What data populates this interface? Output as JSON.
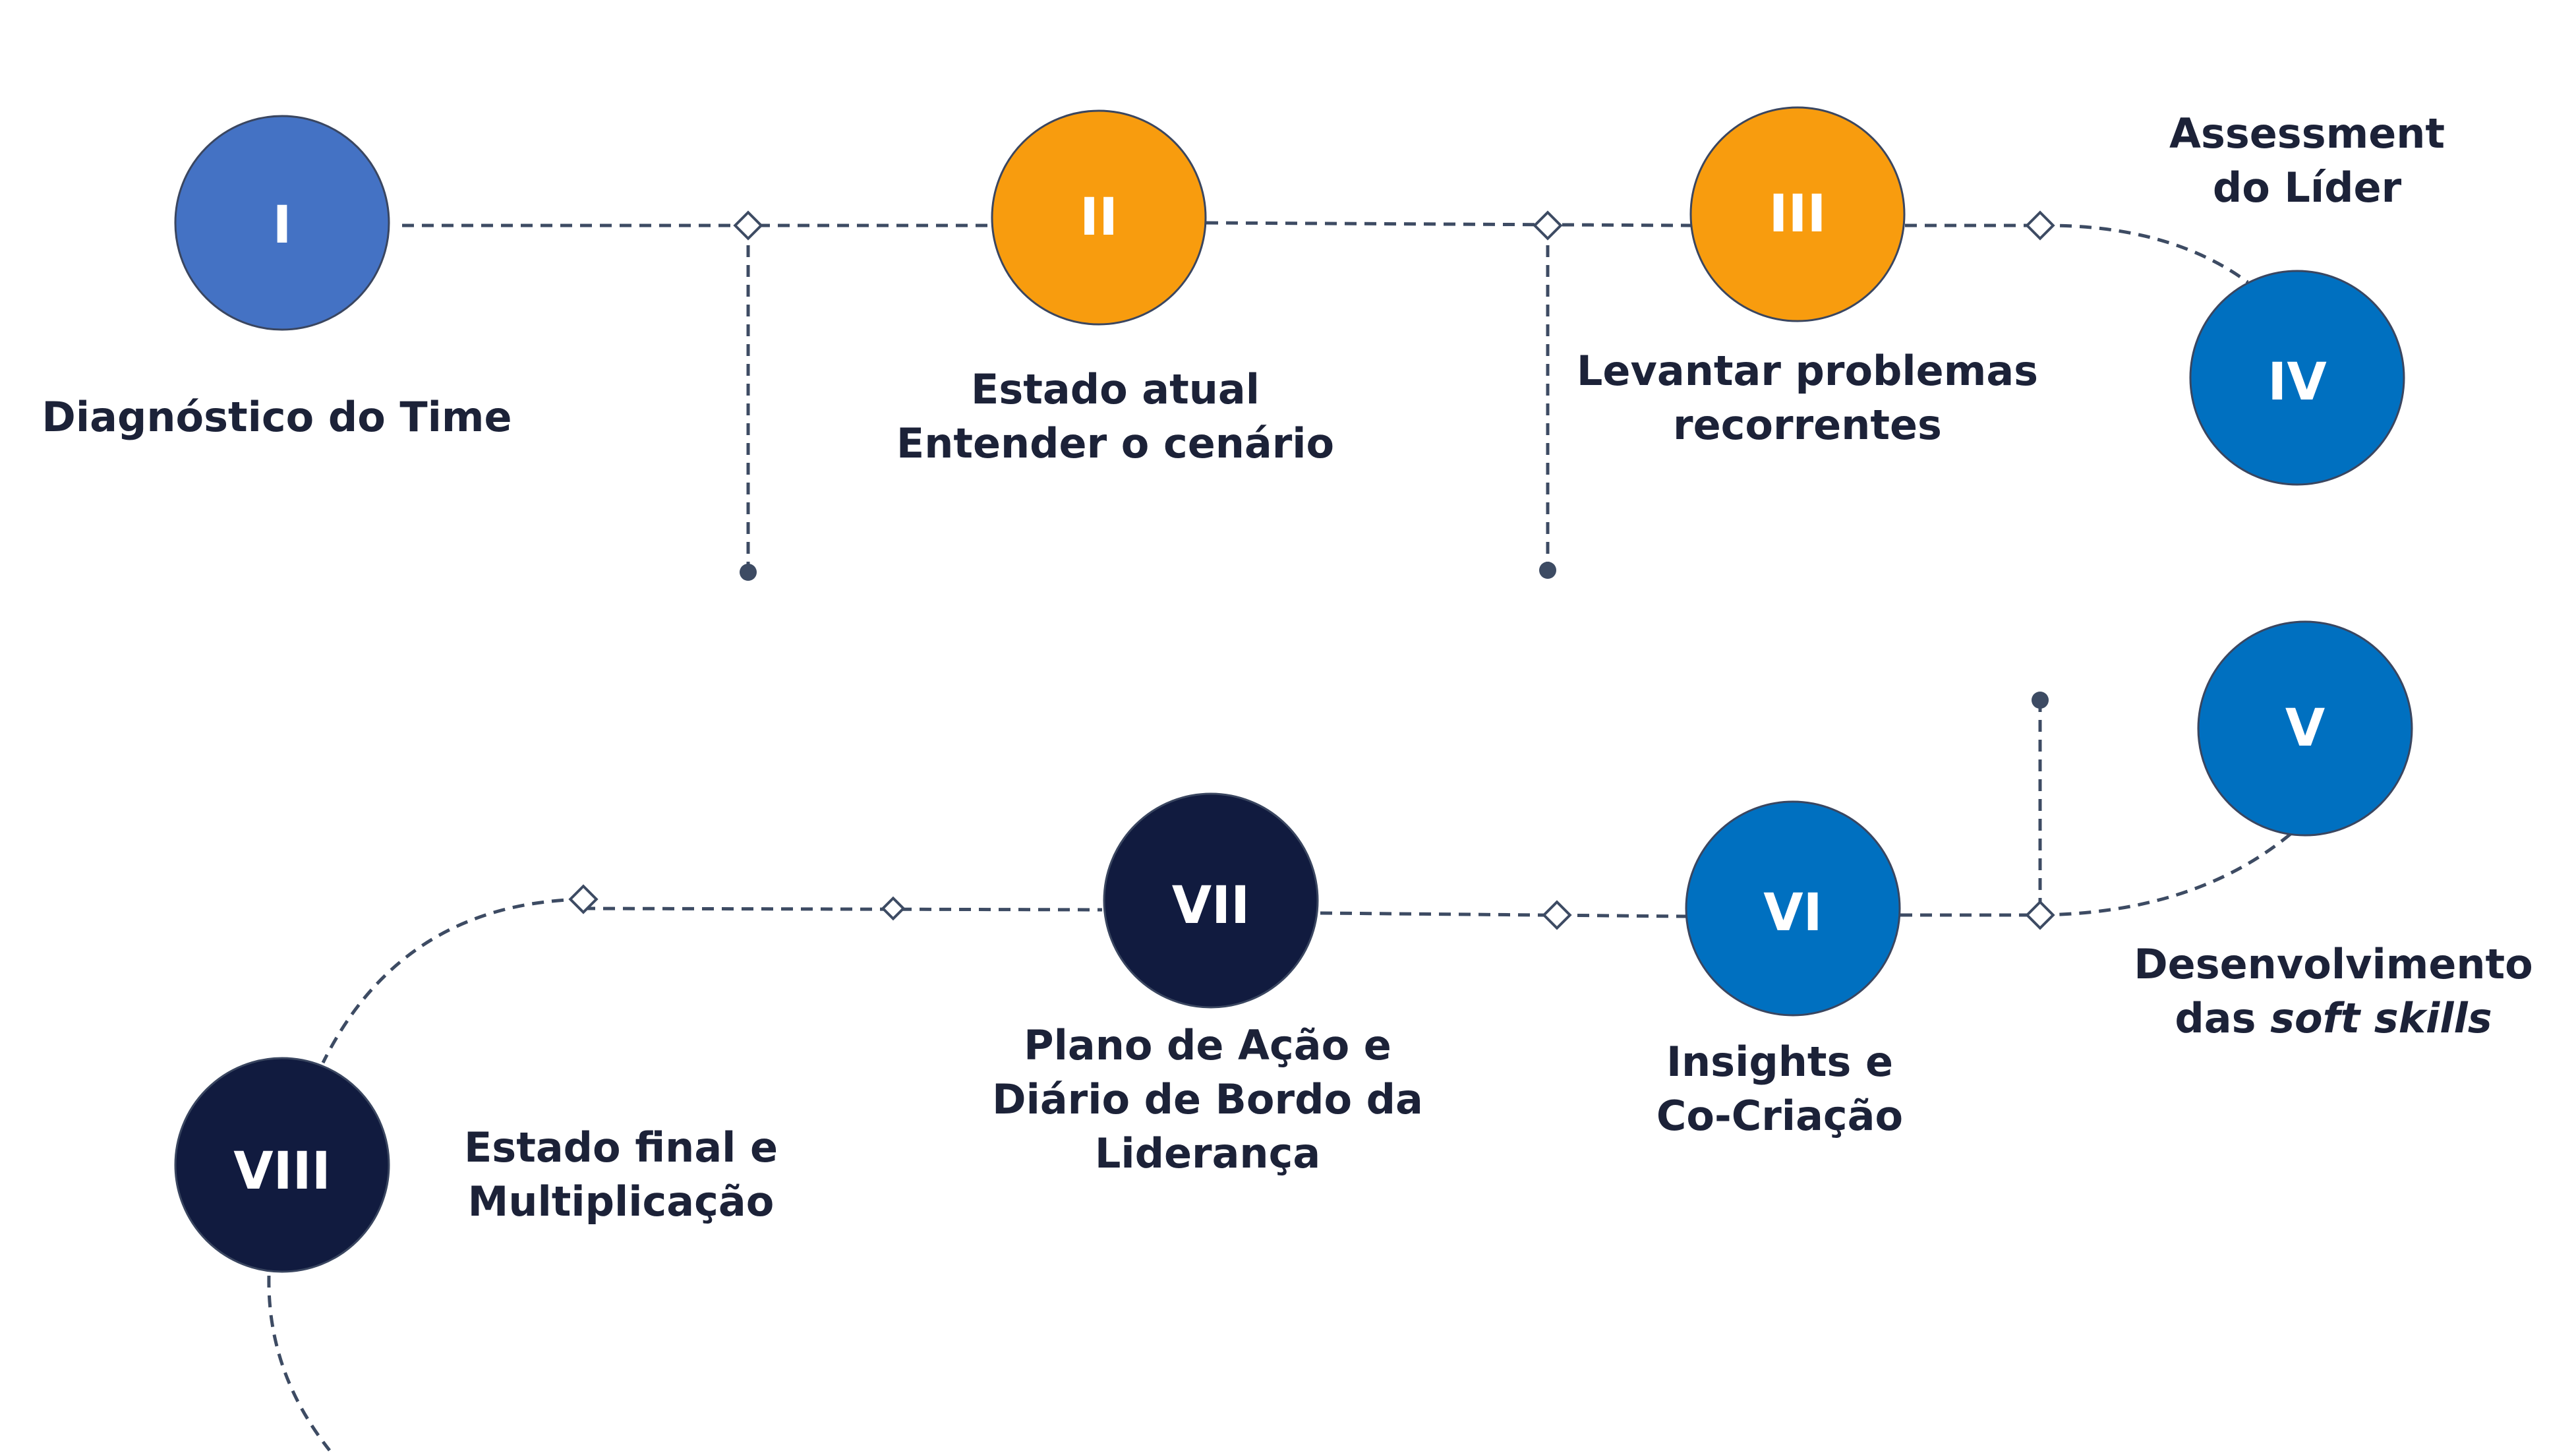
{
  "steps": [
    {
      "numeral": "I",
      "label_lines": [
        "Diagnóstico do Time"
      ],
      "color": "#4472c4"
    },
    {
      "numeral": "II",
      "label_lines": [
        "Estado atual",
        "Entender o cenário"
      ],
      "color": "#f89c0e"
    },
    {
      "numeral": "III",
      "label_lines": [
        "Levantar problemas",
        "recorrentes"
      ],
      "color": "#f89c0e"
    },
    {
      "numeral": "IV",
      "label_lines": [
        "Assessment",
        "do Líder"
      ],
      "color": "#0070c0"
    },
    {
      "numeral": "V",
      "label_lines": [
        "Desenvolvimento"
      ],
      "label_last_prefix": "das ",
      "label_last_italic": "soft skills",
      "color": "#0070c0"
    },
    {
      "numeral": "VI",
      "label_lines": [
        "Insights e",
        "Co-Criação"
      ],
      "color": "#0070c0"
    },
    {
      "numeral": "VII",
      "label_lines": [
        "Plano de Ação e",
        "Diário de Bordo da",
        "Liderança"
      ],
      "color": "#111b3f"
    },
    {
      "numeral": "VIII",
      "label_lines": [
        "Estado final e",
        "Multiplicação"
      ],
      "color": "#111b3f"
    }
  ],
  "colors": {
    "connector": "#3d4b63",
    "text": "#1c2238",
    "background": "#ffffff"
  }
}
